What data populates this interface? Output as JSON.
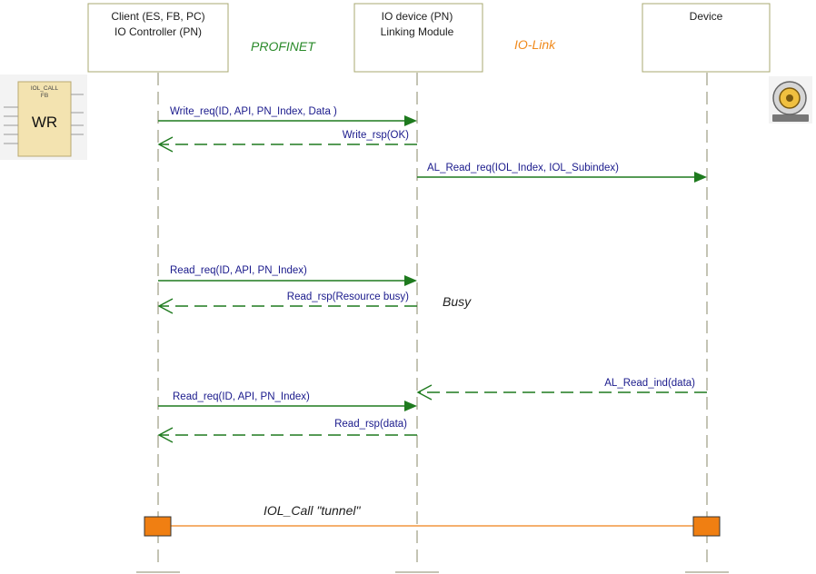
{
  "actors": {
    "client": {
      "line1": "Client (ES, FB, PC)",
      "line2": "IO Controller (PN)"
    },
    "io_device": {
      "line1": "IO device (PN)",
      "line2": "Linking Module"
    },
    "device": {
      "line1": "Device"
    }
  },
  "protocols": {
    "profinet": {
      "label": "PROFINET",
      "color": "#2a8a2a"
    },
    "iolink": {
      "label": "IO-Link",
      "color": "#f08a1c"
    }
  },
  "fb_block": {
    "top_text": "IOL_CALL",
    "sub_text": "FB",
    "main_text": "WR"
  },
  "messages": [
    {
      "text": "Write_req(ID, API, PN_Index, Data )"
    },
    {
      "text": "Write_rsp(OK)"
    },
    {
      "text": "AL_Read_req(IOL_Index, IOL_Subindex)"
    },
    {
      "text": "Read_req(ID, API, PN_Index)"
    },
    {
      "text": "Read_rsp(Resource busy)"
    },
    {
      "text": "AL_Read_ind(data)"
    },
    {
      "text": "Read_req(ID, API, PN_Index)"
    },
    {
      "text": "Read_rsp(data)"
    }
  ],
  "notes": {
    "busy": "Busy",
    "tunnel": "IOL_Call \"tunnel\""
  },
  "colors": {
    "tunnel": "#f5b06e",
    "tunnel_box": "#f07f12",
    "message": "#1e7a1e",
    "message_text": "#1a1a8c"
  }
}
